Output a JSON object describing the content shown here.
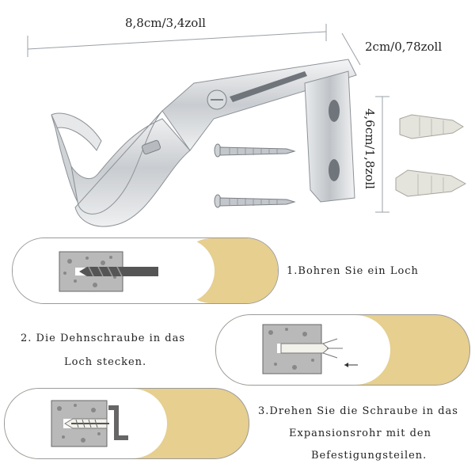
{
  "dimensions": {
    "length": "8,8cm/3,4zoll",
    "depth": "2cm/0,78zoll",
    "height": "4,6cm/1,8zoll"
  },
  "steps": {
    "step1": "1.Bohren Sie ein Loch",
    "step2_line1": "2. Die Dehnschraube in das",
    "step2_line2": "Loch stecken.",
    "step3_line1": "3.Drehen Sie die Schraube in das",
    "step3_line2": "Expansionsrohr mit den",
    "step3_line3": "Befestigungsteilen."
  },
  "colors": {
    "pill_gold": "#e6cf8f",
    "pill_border": "#9a9a9a",
    "metal": "#d7dadd",
    "concrete": "#b9b9b9"
  }
}
